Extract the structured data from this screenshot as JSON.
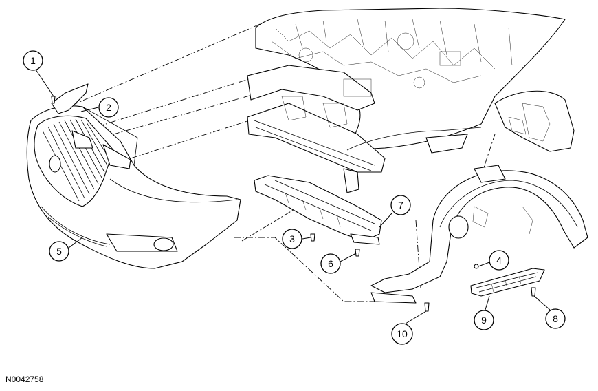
{
  "figure": {
    "id_label": "N0042758",
    "callouts": [
      {
        "key": "1",
        "label": "1"
      },
      {
        "key": "2",
        "label": "2"
      },
      {
        "key": "3",
        "label": "3"
      },
      {
        "key": "4",
        "label": "4"
      },
      {
        "key": "5",
        "label": "5"
      },
      {
        "key": "6",
        "label": "6"
      },
      {
        "key": "7",
        "label": "7"
      },
      {
        "key": "8",
        "label": "8"
      },
      {
        "key": "9",
        "label": "9"
      },
      {
        "key": "10",
        "label": "10"
      }
    ]
  }
}
